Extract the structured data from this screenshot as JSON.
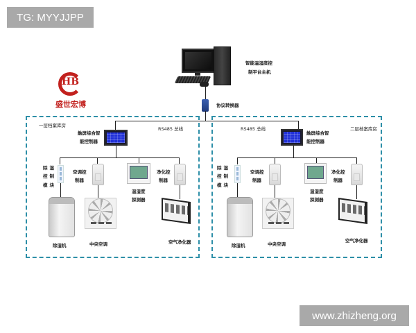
{
  "watermarks": {
    "top_left": "TG: MYYJJPP",
    "bottom_right": "www.zhizheng.org"
  },
  "logo": {
    "mark": "HB",
    "text": "盛世宏博",
    "color": "#c2211e"
  },
  "host": {
    "label_line1": "智能温湿度控",
    "label_line2": "制平台主机"
  },
  "converter": {
    "label": "协议转换器"
  },
  "zone_border_color": "#2e8fa8",
  "zones": [
    {
      "name": "一层档案库房",
      "bus_label": "RS485 总线",
      "controller_line1": "触屏综合智",
      "controller_line2": "能控制器",
      "devices": {
        "dehum_module": "除湿控制模块",
        "ac_controller_line1": "空调控",
        "ac_controller_line2": "制器",
        "th_sensor_line1": "温湿度",
        "th_sensor_line2": "探测器",
        "purifier_controller_line1": "净化控",
        "purifier_controller_line2": "制器",
        "dehumidifier": "除湿机",
        "central_ac": "中央空调",
        "air_purifier": "空气净化器"
      }
    },
    {
      "name": "二层档案库房",
      "bus_label": "RS485 总线",
      "controller_line1": "触屏综合智",
      "controller_line2": "能控制器",
      "devices": {
        "dehum_module": "除湿控制模块",
        "ac_controller_line1": "空调控",
        "ac_controller_line2": "制器",
        "th_sensor_line1": "温湿度",
        "th_sensor_line2": "探测器",
        "purifier_controller_line1": "净化控",
        "purifier_controller_line2": "制器",
        "dehumidifier": "除湿机",
        "central_ac": "中央空调",
        "air_purifier": "空气净化器"
      }
    }
  ]
}
